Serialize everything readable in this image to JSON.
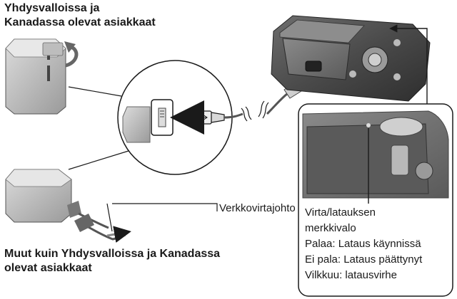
{
  "top_caption": {
    "line1": "Yhdysvalloissa ja",
    "line2": "Kanadassa olevat asiakkaat"
  },
  "bottom_caption": {
    "line1": "Muut kuin Yhdysvalloissa ja Kanadassa",
    "line2": "olevat asiakkaat"
  },
  "callouts": {
    "power_cord": "Verkkovirtajohto",
    "indicator": {
      "line1": "Virta/latauksen",
      "line2": "merkkivalo",
      "line3": "Palaa: Lataus käynnissä",
      "line4": "Ei pala: Lataus päättynyt",
      "line5": "Vilkkuu: latausvirhe"
    }
  },
  "icons": [
    "ac-adapter-us-icon",
    "ac-adapter-eu-icon",
    "usb-plug-icon",
    "camera-icon",
    "arrow-icon"
  ],
  "colors": {
    "line": "#1a1a1a",
    "device": "#4a4a4a",
    "arrow": "#555555"
  }
}
